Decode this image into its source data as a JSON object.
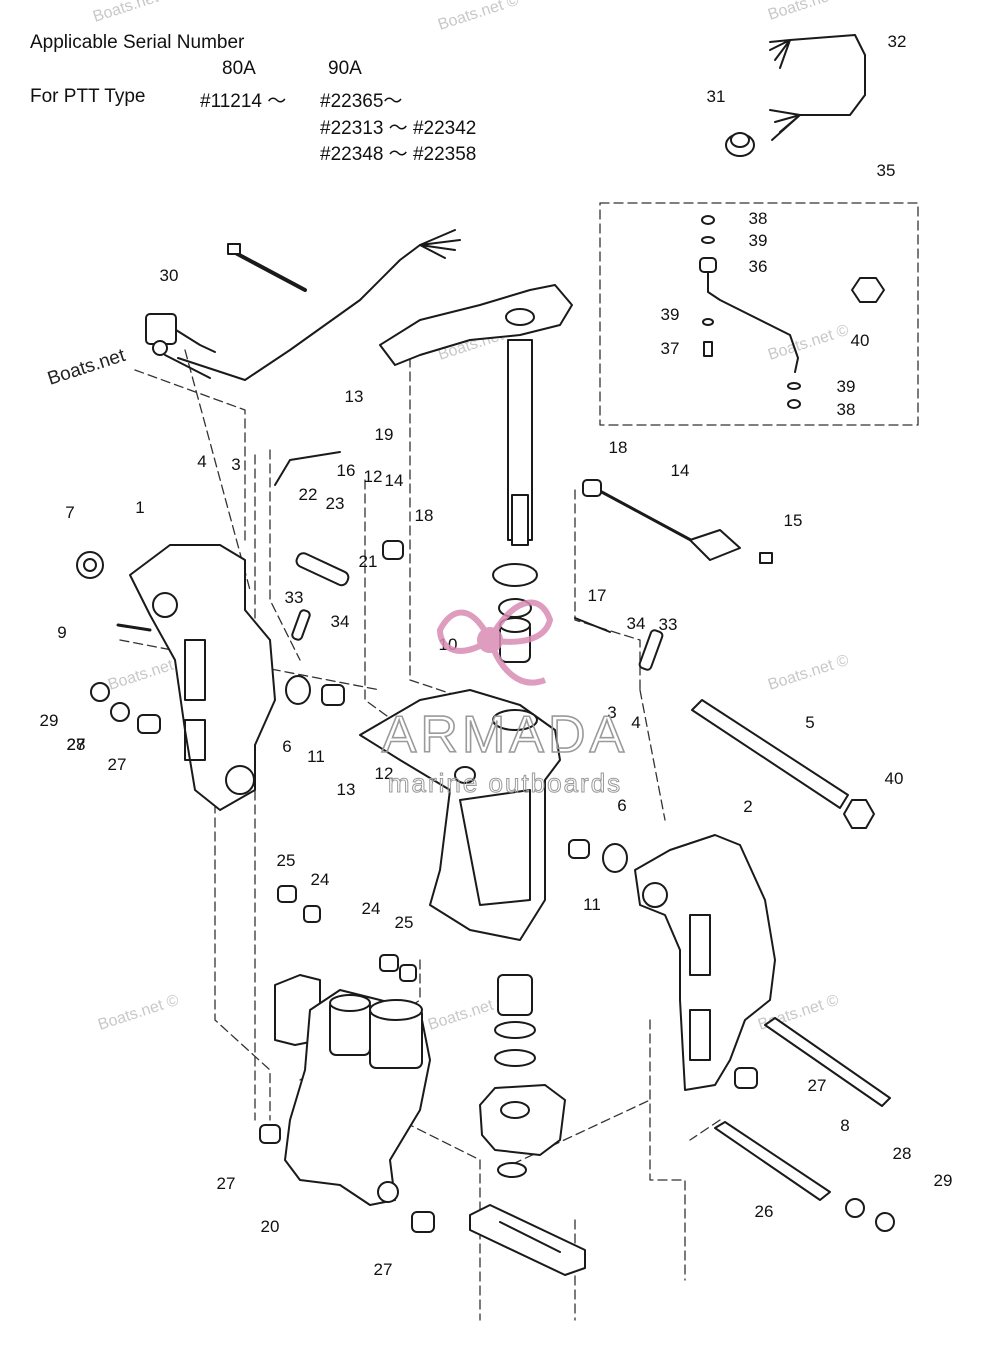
{
  "header": {
    "applicable_label": "Applicable Serial Number",
    "ptt_label": "For PTT Type",
    "col_80a": "80A",
    "col_90a": "90A",
    "serial_80a": "#11214 ～",
    "serial_90a_1": "#22365～",
    "serial_90a_2": "#22313 ～ #22342",
    "serial_90a_3": "#22348 ～ #22358"
  },
  "watermark": {
    "site": "Boats.net ©",
    "site_plain": "Boats.net",
    "brand": "ARMADA",
    "brand_sub": "marine outboards",
    "brand_color": "#d98cb3"
  },
  "callouts": [
    "1",
    "2",
    "3",
    "3",
    "4",
    "4",
    "5",
    "6",
    "6",
    "7",
    "8",
    "9",
    "10",
    "11",
    "11",
    "12",
    "12",
    "13",
    "13",
    "14",
    "14",
    "15",
    "16",
    "17",
    "18",
    "18",
    "19",
    "20",
    "21",
    "22",
    "23",
    "24",
    "24",
    "25",
    "25",
    "26",
    "27",
    "27",
    "27",
    "27",
    "27",
    "28",
    "28",
    "29",
    "29",
    "30",
    "31",
    "32",
    "33",
    "33",
    "34",
    "34",
    "35",
    "36",
    "37",
    "38",
    "38",
    "39",
    "39",
    "39",
    "40",
    "40"
  ],
  "colors": {
    "line": "#1a1a1a",
    "dash": "#333333",
    "watermark": "#c8c8c8"
  }
}
